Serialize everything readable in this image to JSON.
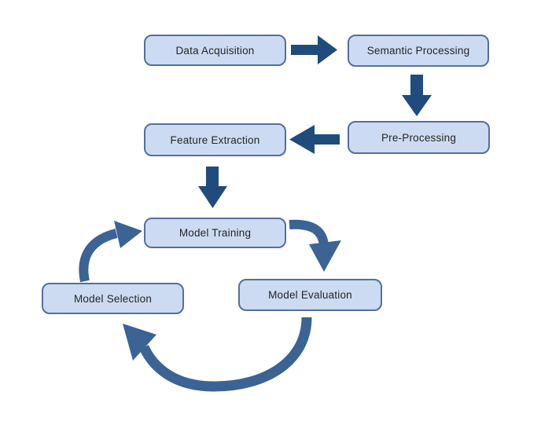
{
  "colors": {
    "page_bg": "#ffffff",
    "box_fill": "#ccdbf1",
    "box_border": "#52709d",
    "block_arrow": "#1f4c7c",
    "curved_arrow": "#3b6394",
    "text": "#262626"
  },
  "diagram": {
    "type": "flowchart",
    "nodes": [
      {
        "id": "data-acquisition",
        "label": "Data Acquisition"
      },
      {
        "id": "semantic-processing",
        "label": "Semantic Processing"
      },
      {
        "id": "pre-processing",
        "label": "Pre-Processing"
      },
      {
        "id": "feature-extraction",
        "label": "Feature Extraction"
      },
      {
        "id": "model-training",
        "label": "Model Training"
      },
      {
        "id": "model-selection",
        "label": "Model Selection"
      },
      {
        "id": "model-evaluation",
        "label": "Model Evaluation"
      }
    ],
    "edges": [
      {
        "from": "Data Acquisition",
        "to": "Semantic Processing",
        "style": "block-arrow",
        "direction": "right"
      },
      {
        "from": "Semantic Processing",
        "to": "Pre-Processing",
        "style": "block-arrow",
        "direction": "down"
      },
      {
        "from": "Pre-Processing",
        "to": "Feature Extraction",
        "style": "block-arrow",
        "direction": "left"
      },
      {
        "from": "Feature Extraction",
        "to": "Model Training",
        "style": "block-arrow",
        "direction": "down"
      },
      {
        "from": "Model Training",
        "to": "Model Evaluation",
        "style": "curved-arrow",
        "direction": "right-down"
      },
      {
        "from": "Model Evaluation",
        "to": "Model Selection",
        "style": "curved-arrow",
        "direction": "arc-left"
      },
      {
        "from": "Model Selection",
        "to": "Model Training",
        "style": "curved-arrow",
        "direction": "up-right"
      }
    ]
  }
}
